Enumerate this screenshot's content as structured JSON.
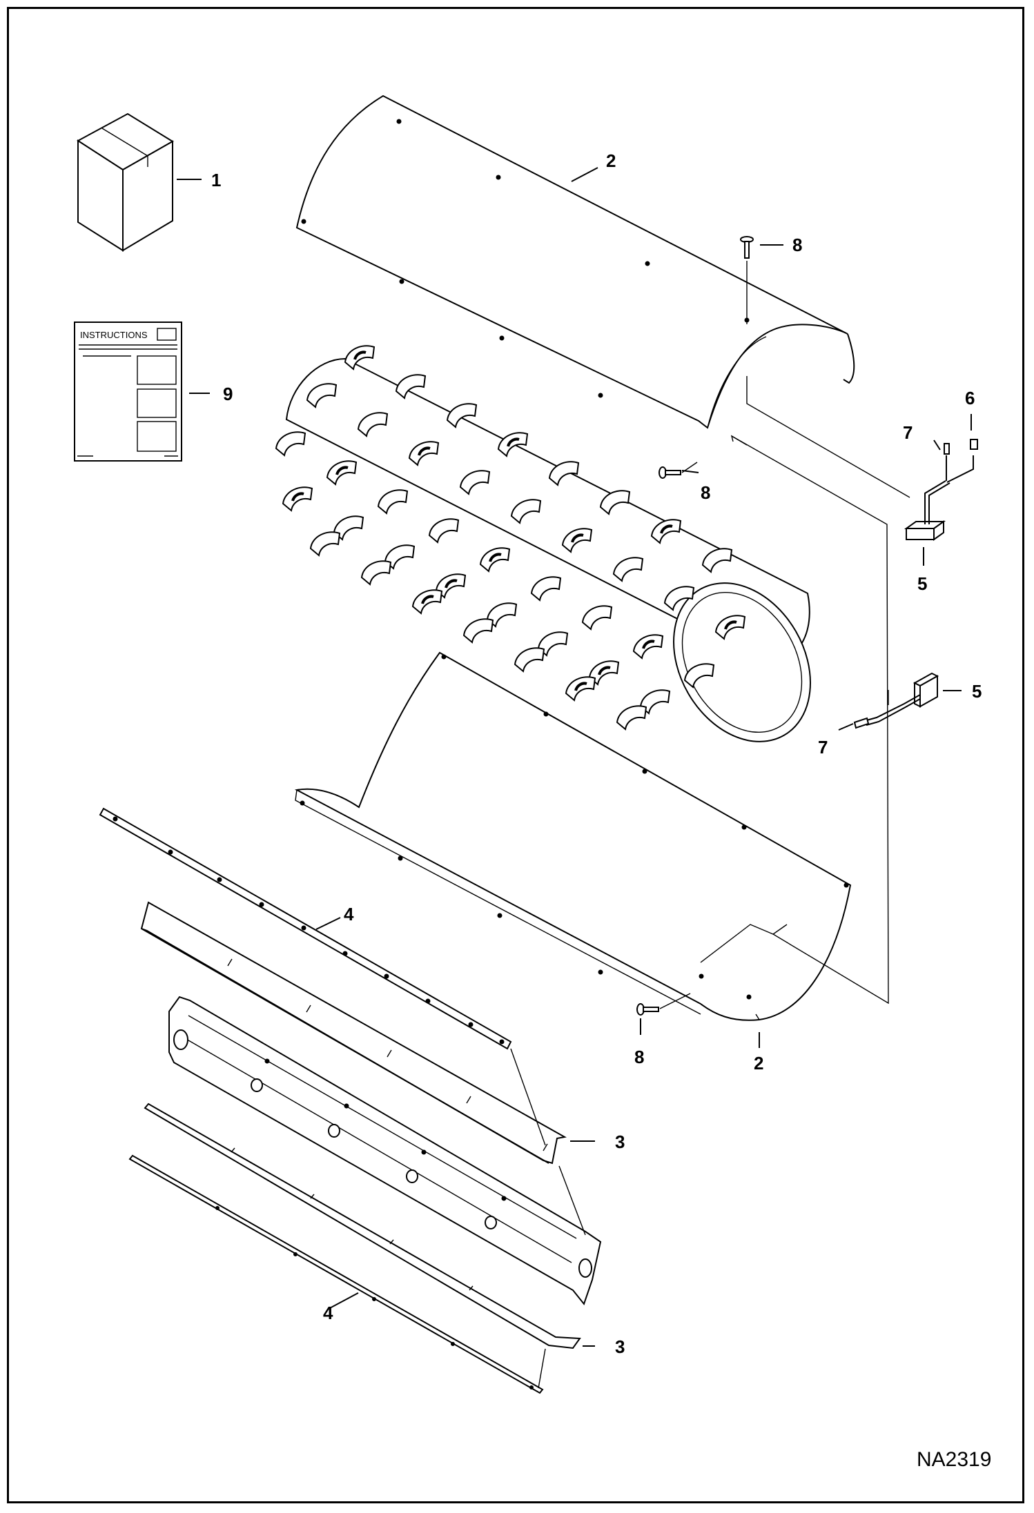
{
  "diagram": {
    "document_id": "NA2319",
    "manual_label": "INSTRUCTIONS",
    "callouts": {
      "box": "1",
      "upper_shroud": "2",
      "lower_shroud": "2",
      "upper_blade": "3",
      "lower_blade": "3",
      "upper_strip": "4",
      "lower_strip": "4",
      "upper_bracket": "5",
      "lower_bracket": "5",
      "upper_pin": "6",
      "upper_fitting": "7",
      "lower_fitting": "7",
      "upper_bolt_top": "8",
      "upper_bolt_side": "8",
      "lower_bolt": "8",
      "manual": "9"
    }
  }
}
